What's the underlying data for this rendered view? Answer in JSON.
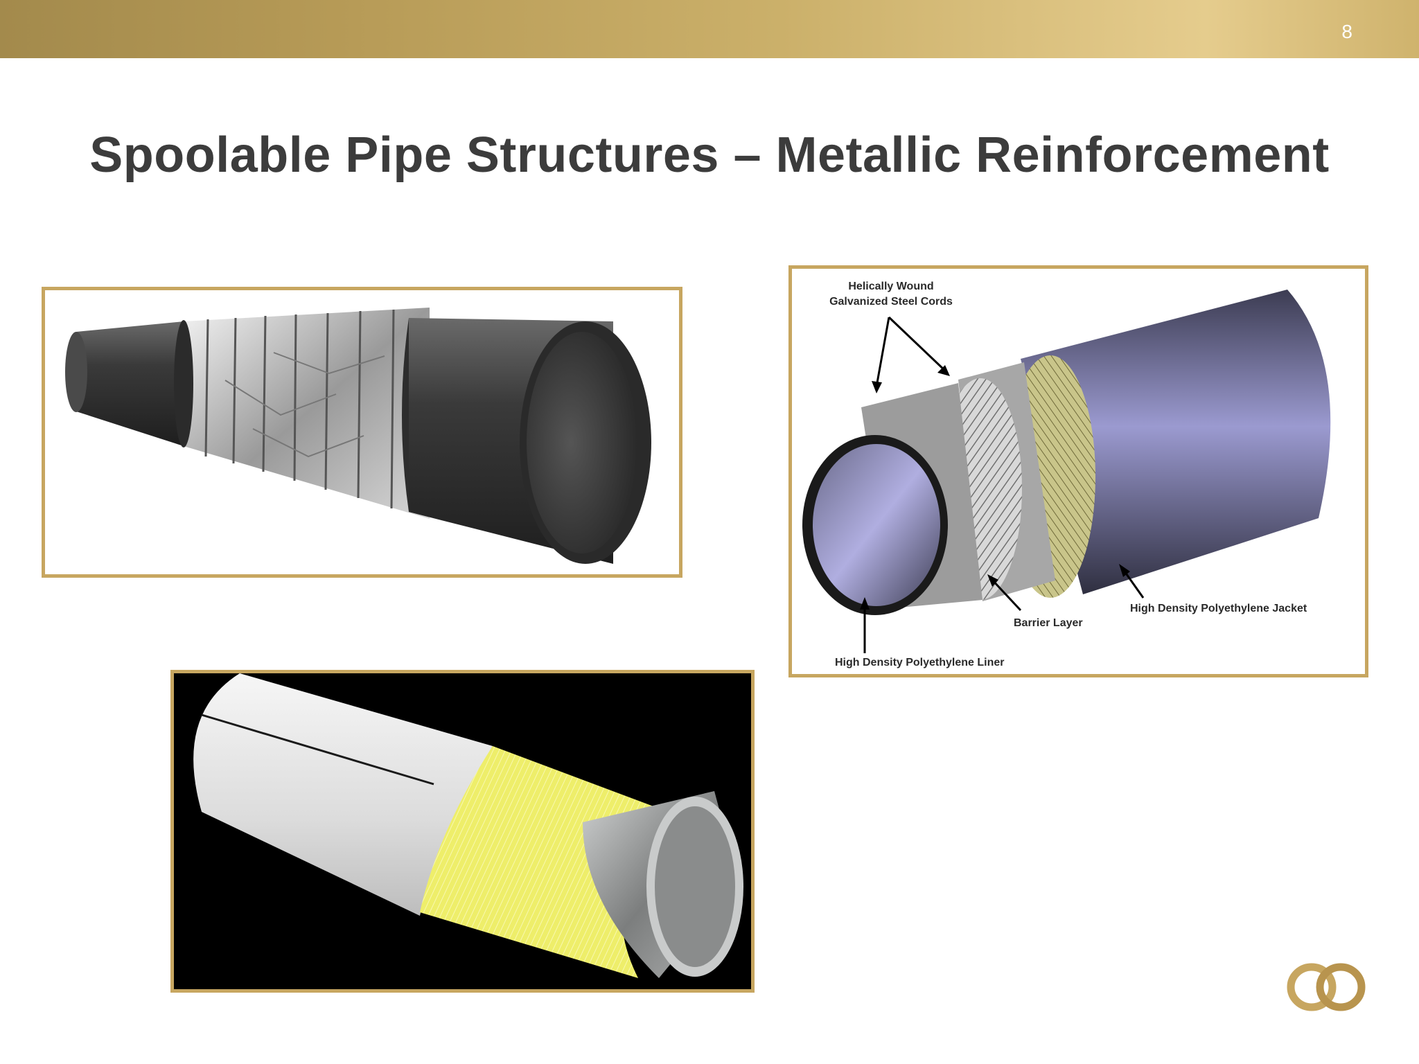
{
  "slide": {
    "page_number": "8",
    "title": "Spoolable Pipe Structures – Metallic Reinforcement"
  },
  "diagram": {
    "label_cords_line1": "Helically Wound",
    "label_cords_line2": "Galvanized Steel Cords",
    "label_barrier": "Barrier Layer",
    "label_jacket": "High Density Polyethylene Jacket",
    "label_liner": "High Density Polyethylene Liner"
  },
  "colors": {
    "accent_gold": "#c7a660",
    "title_text": "#3c3c3c"
  }
}
